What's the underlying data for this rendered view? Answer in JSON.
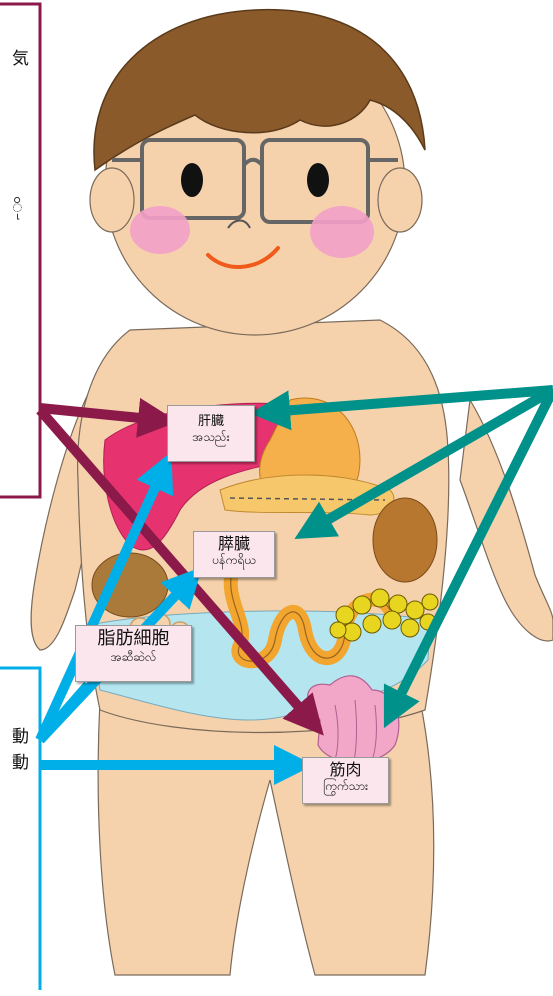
{
  "labels": {
    "liver": {
      "ja": "肝臓",
      "my": "အသည်း"
    },
    "pancreas": {
      "ja": "膵臓",
      "my": "ပန်ကရိယ"
    },
    "fat_cell": {
      "ja": "脂肪細胞",
      "my": "အဆီဆဲလ်"
    },
    "muscle": {
      "ja": "筋肉",
      "my": "ကြွက်သား"
    }
  },
  "edge_text": {
    "top_left_1": "気",
    "top_left_2": "ို",
    "bottom_left_1": "動",
    "bottom_left_2": "動"
  },
  "colors": {
    "maroon_arrow": "#8b1a4a",
    "teal_arrow": "#00918a",
    "blue_arrow": "#00aee8",
    "skin": "#f6d2ac",
    "hair": "#8a5a2b",
    "liver": "#e6336f",
    "stomach": "#f5b04b",
    "intestine": "#f7b53e",
    "fat": "#b5e6f0",
    "muscle": "#f2a6c8"
  }
}
